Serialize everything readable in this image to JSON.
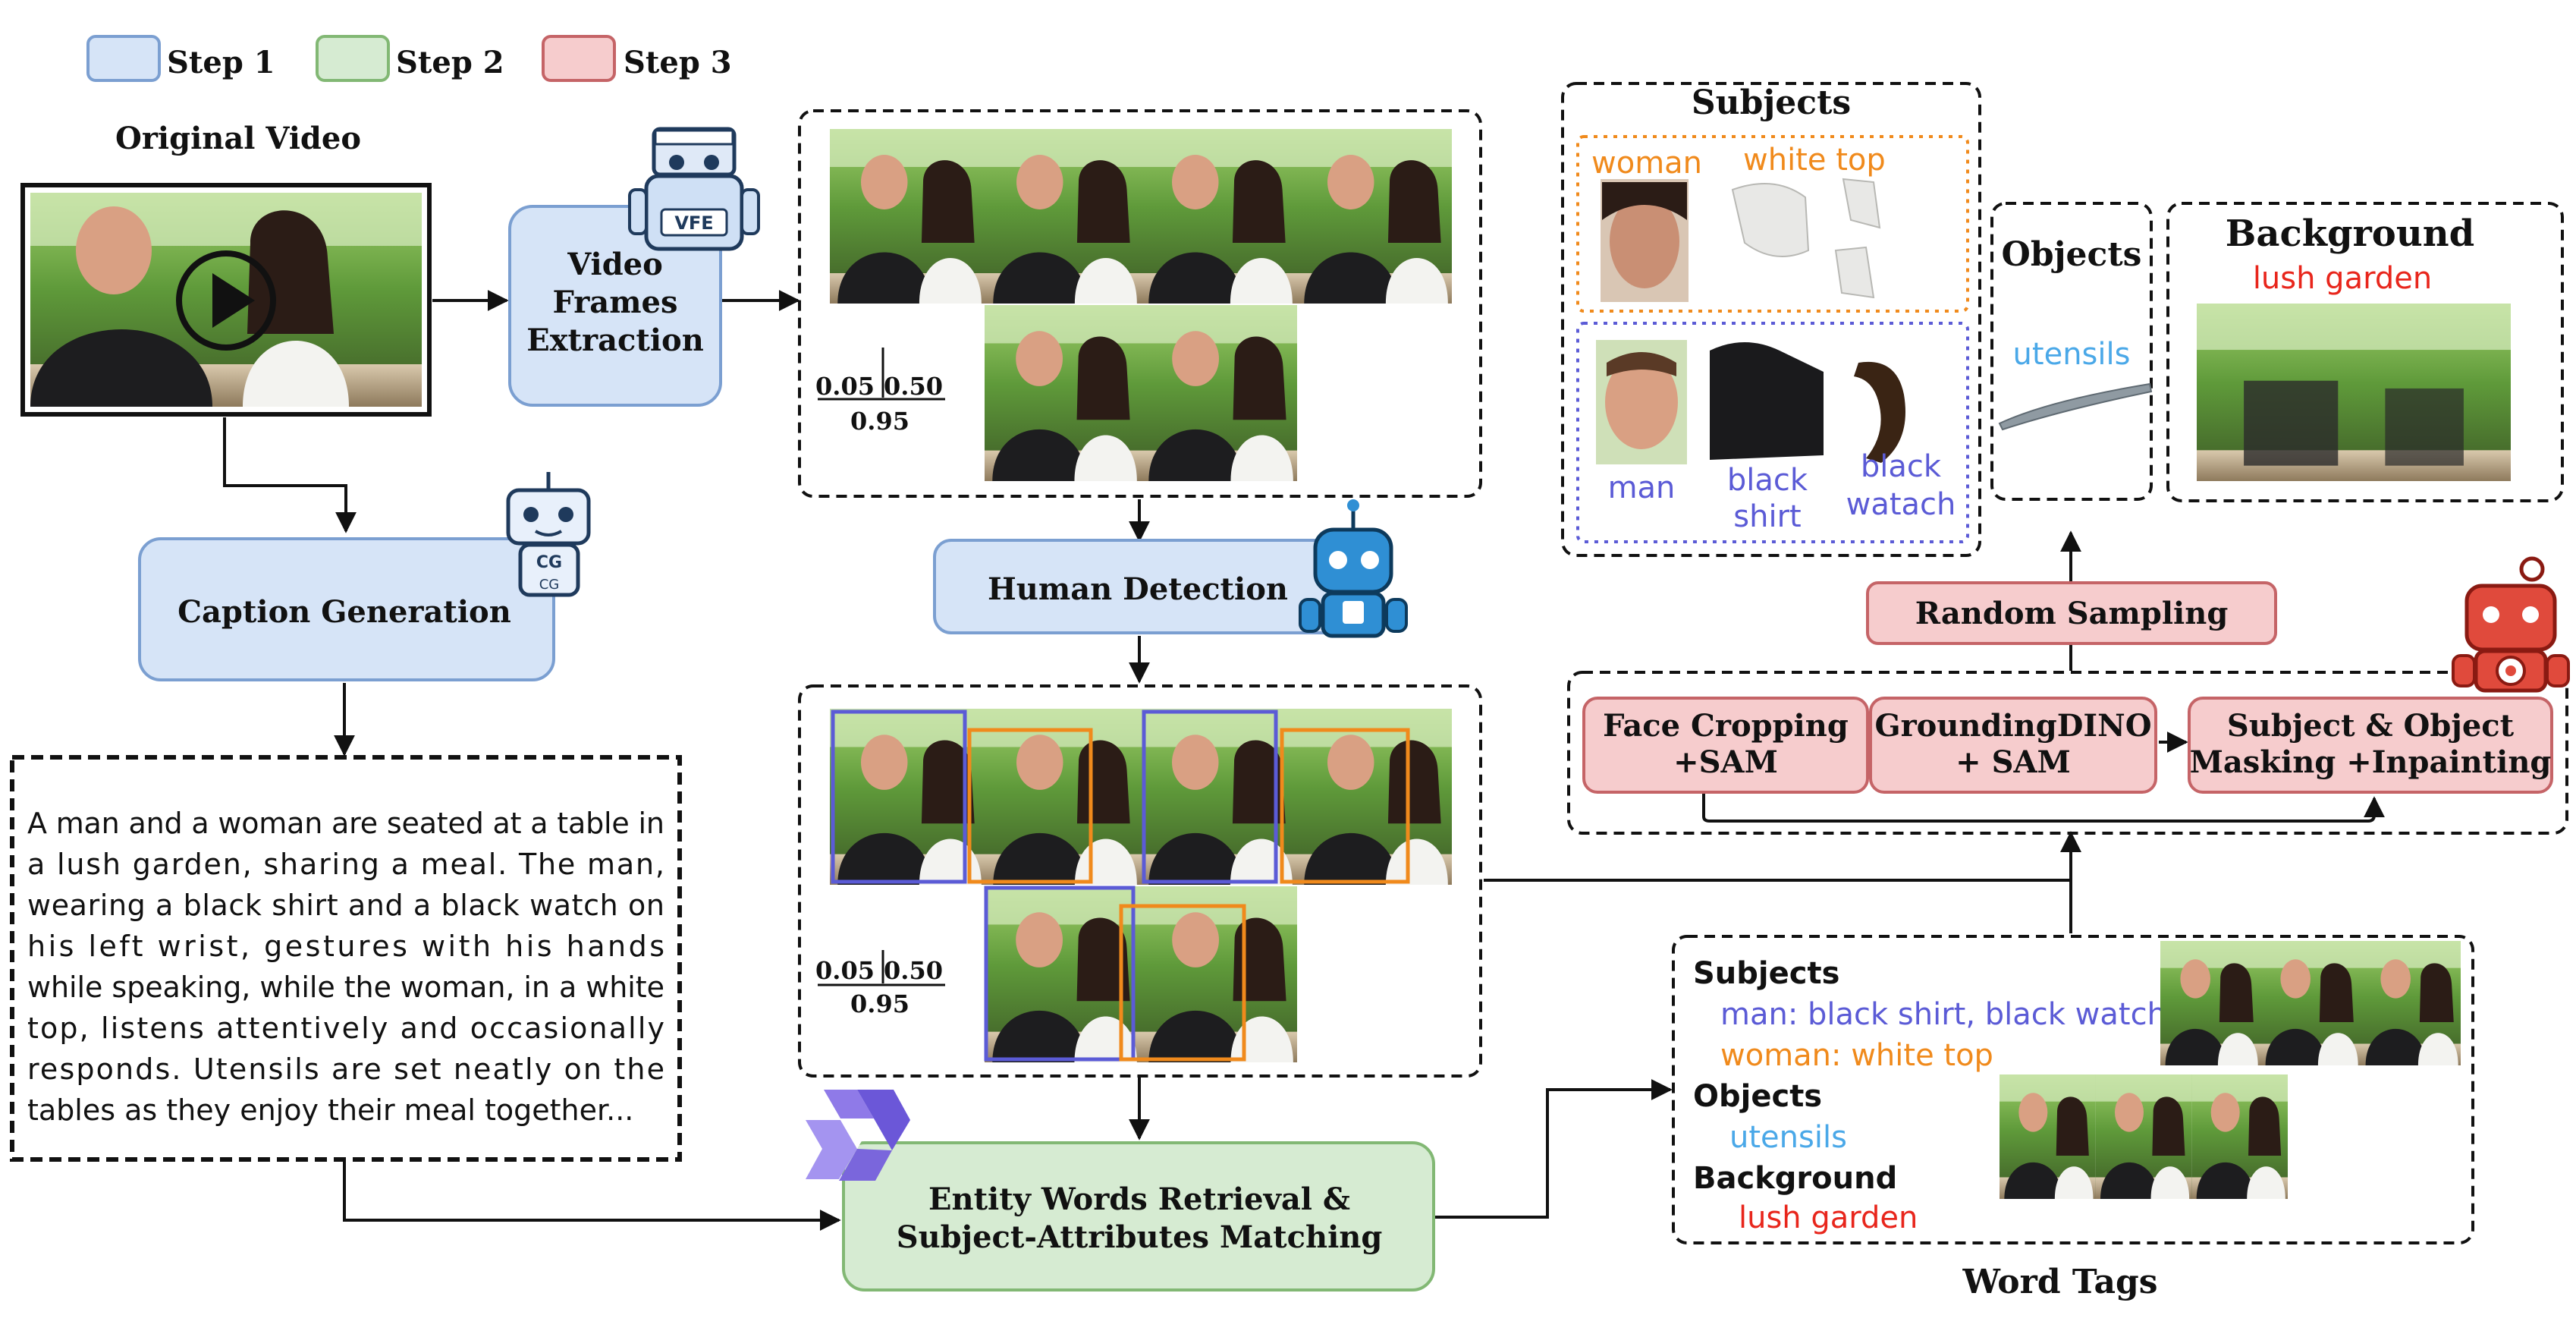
{
  "legend": [
    {
      "label": "Step 1",
      "color": "#d6e4f7",
      "stroke": "#7b9fd1"
    },
    {
      "label": "Step 2",
      "color": "#d6ebd2",
      "stroke": "#82b874"
    },
    {
      "label": "Step 3",
      "color": "#f6cccd",
      "stroke": "#c56467"
    }
  ],
  "original_video": {
    "title": "Original Video"
  },
  "step1": {
    "vfe_line1": "Video",
    "vfe_line2": "Frames",
    "vfe_line3": "Extraction",
    "caption_title": "Caption Generation",
    "vfe_badge": "VFE",
    "cg_badge_top": "CG",
    "cg_badge_bottom": "CG"
  },
  "fractions": {
    "top": {
      "a": "0.05",
      "b": "0.50",
      "c": "0.95"
    },
    "bottom": {
      "a": "0.05",
      "b": "0.50",
      "c": "0.95"
    }
  },
  "human_detection": "Human Detection",
  "caption_text": [
    "A man and a woman are seated at a table in",
    "a lush garden, sharing a meal. The man,",
    "wearing a black shirt and a black watch on",
    "his left wrist, gestures with his hands",
    "while speaking, while the woman, in a white",
    "top, listens attentively and occasionally",
    "responds. Utensils are set neatly on the",
    "tables as they enjoy their meal together..."
  ],
  "step2": {
    "line1": "Entity Words Retrieval &",
    "line2": "Subject-Attributes Matching"
  },
  "word_tags": {
    "title": "Word Tags",
    "subjects_label": "Subjects",
    "man_line": "man:  black shirt, black watch",
    "woman_line": "woman: white top",
    "objects_label": "Objects",
    "objects_value": "utensils",
    "background_label": "Background",
    "background_value": "lush garden"
  },
  "step3": {
    "face_crop_1": "Face Cropping",
    "face_crop_2": "+SAM",
    "gdino_1": "GroundingDINO",
    "gdino_2": "+ SAM",
    "mask_1": "Subject & Object",
    "mask_2": "Masking +Inpainting",
    "random_sampling": "Random Sampling"
  },
  "outputs": {
    "subjects_title": "Subjects",
    "woman": "woman",
    "white_top": "white top",
    "man": "man",
    "black_shirt_1": "black",
    "black_shirt_2": "shirt",
    "black_watch_1": "black",
    "black_watch_2": "watach",
    "objects_title": "Objects",
    "utensils": "utensils",
    "background_title": "Background",
    "lush_garden": "lush garden"
  },
  "colors": {
    "man_blue": "#5b5bd6",
    "woman_orange": "#f08a1c",
    "utensils_blue": "#4aa8e8",
    "garden_red": "#e8261c"
  },
  "icons": [
    "play-icon",
    "vfe-robot-icon",
    "caption-robot-icon",
    "detection-robot-icon",
    "qwen-logo-icon",
    "gear-robot-icon"
  ]
}
